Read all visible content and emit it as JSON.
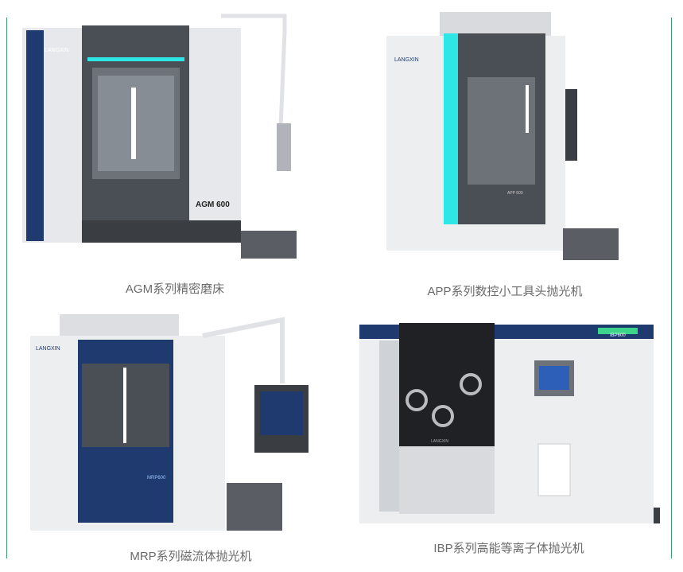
{
  "products": [
    {
      "caption": "AGM系列精密磨床",
      "logo": "LANGXIN",
      "model": "AGM 600"
    },
    {
      "caption": "APP系列数控小工具头抛光机",
      "logo": "LANGXIN",
      "model": "APP 600"
    },
    {
      "caption": "MRP系列磁流体抛光机",
      "logo": "LANGXIN",
      "model": "MRP600"
    },
    {
      "caption": "IBP系列高能等离子体抛光机",
      "logo": "LANGXIN",
      "model": "IBP600"
    }
  ],
  "colors": {
    "accent_green": "#3b9c6e",
    "navy": "#1e3a6e",
    "cyan": "#2ee6e6"
  }
}
